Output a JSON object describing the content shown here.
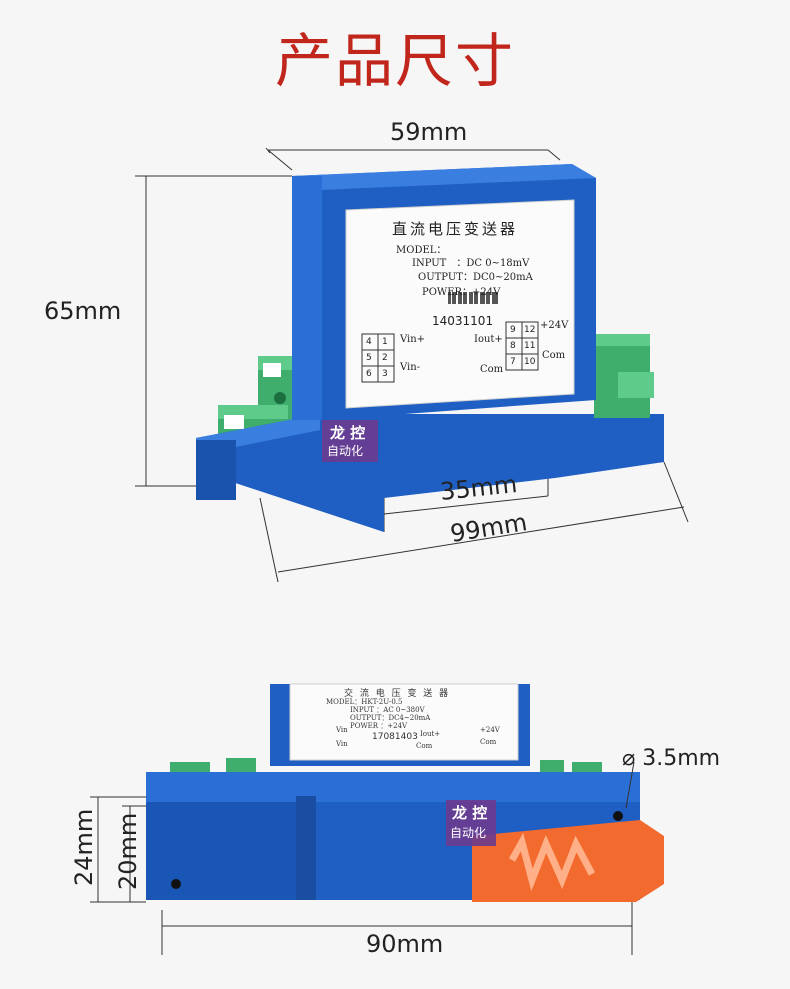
{
  "title": "产品尺寸",
  "top_view": {
    "dims": {
      "width": "59mm",
      "height": "65mm",
      "rail": "35mm",
      "length": "99mm"
    },
    "label": {
      "heading": "直流电压变送器",
      "model": "MODEL：",
      "input": "INPUT　：DC 0~18mV",
      "output": "OUTPUT：DC0~20mA",
      "power": "POWER：+24V",
      "serial": "14031101",
      "vin_plus": "Vin+",
      "vin_minus": "Vin-",
      "iout_plus": "Iout+",
      "com_left": "Com",
      "plus24": "+24V",
      "com_right": "Com",
      "left_pins": [
        "4",
        "1",
        "5",
        "2",
        "6",
        "3"
      ],
      "right_pins": [
        "9",
        "12",
        "8",
        "11",
        "7",
        "10"
      ]
    },
    "watermark": {
      "line1": "龙 控",
      "line2": "自动化"
    }
  },
  "bottom_view": {
    "dims": {
      "hole": "3.5mm",
      "height_outer": "24mm",
      "height_inner": "20mm",
      "length": "90mm"
    },
    "label": {
      "heading": "交 流 电 压 变 送 器",
      "model": "MODEL：HKT-2U-0.5",
      "input": "INPUT ：AC 0~380V",
      "output": "OUTPUT：DC4~20mA",
      "power": "POWER ：+24V",
      "serial": "17081403",
      "vin1": "Vin",
      "vin2": "Vin",
      "iout": "Iout+",
      "plus24": "+24V",
      "com1": "Com",
      "com2": "Com"
    },
    "watermark": {
      "line1": "龙 控",
      "line2": "自动化"
    }
  },
  "colors": {
    "title": "#c1261c",
    "body_blue": "#1f5fc4",
    "terminal_green": "#3fae6c",
    "clip_orange": "#f26a2e",
    "watermark_purple": "#6b3b8f"
  }
}
